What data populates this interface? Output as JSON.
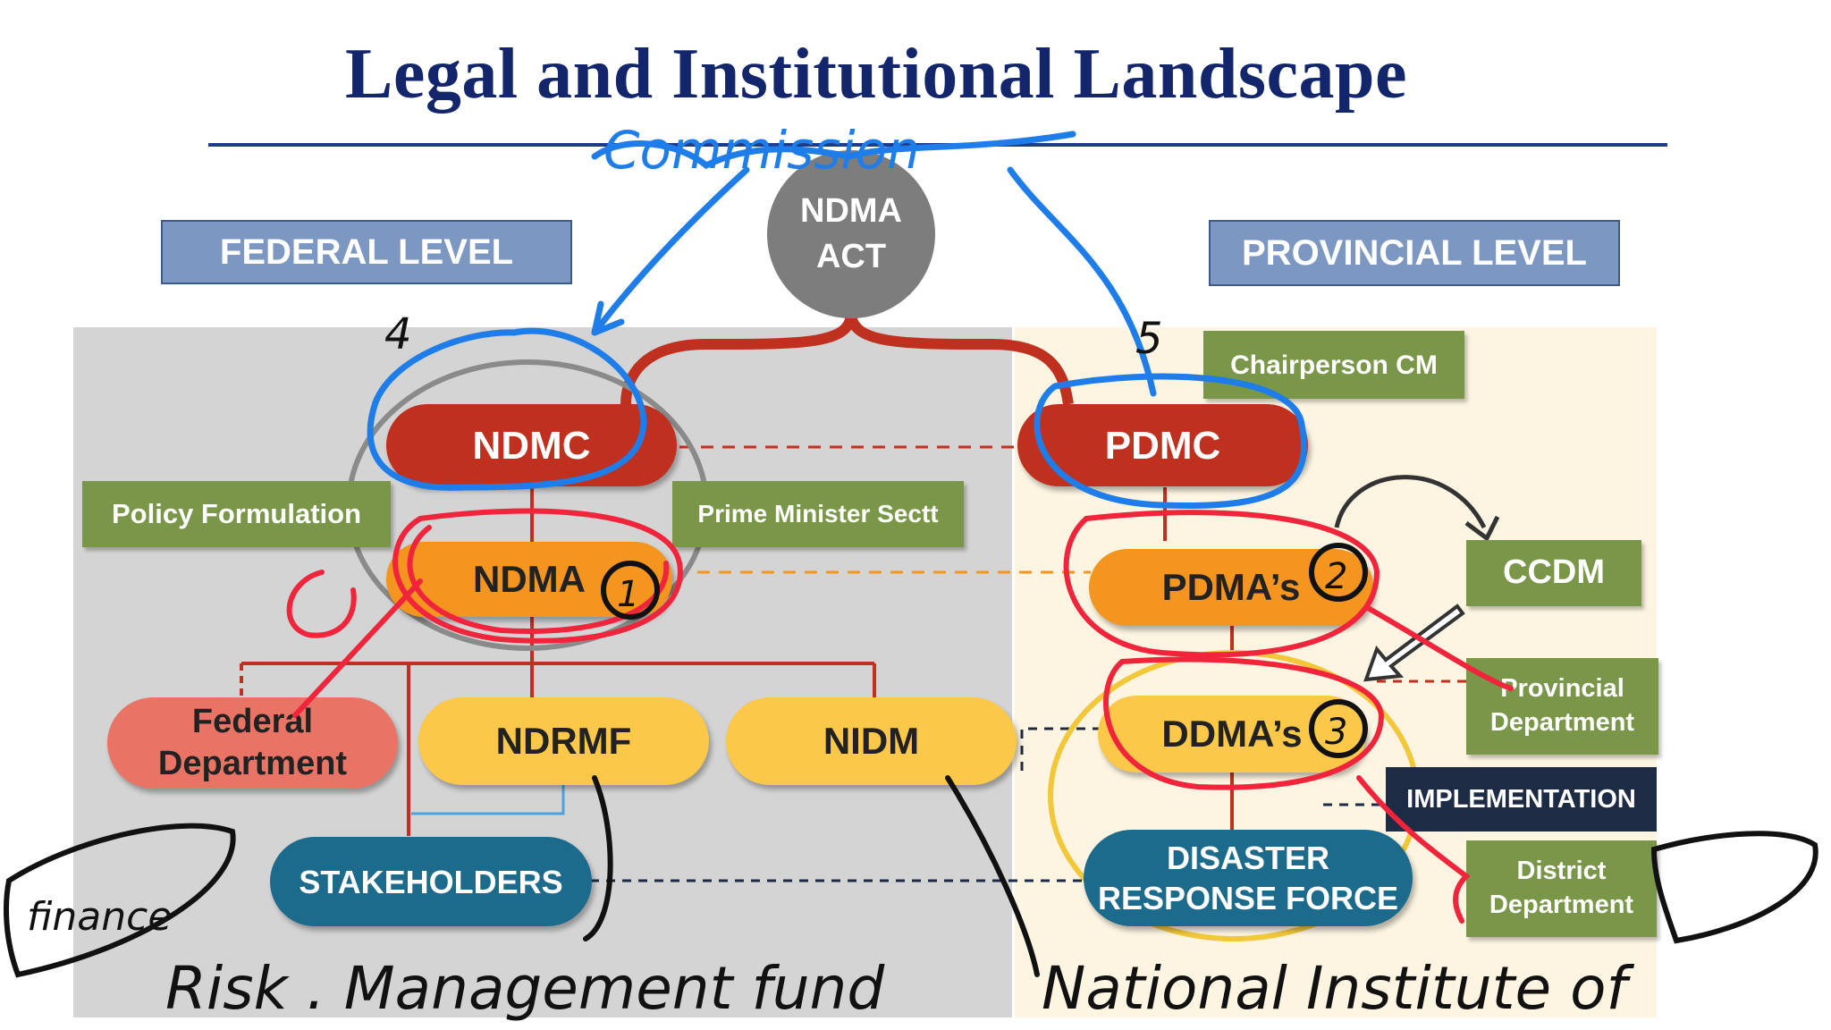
{
  "title": "Legal and Institutional Landscape",
  "levels": {
    "federal": "FEDERAL LEVEL",
    "provincial": "PROVINCIAL LEVEL"
  },
  "nodes": {
    "ndma_act_line1": "NDMA",
    "ndma_act_line2": "ACT",
    "ndmc": "NDMC",
    "pdmc": "PDMC",
    "ndma": "NDMA",
    "pdmas": "PDMA’s",
    "ddmas": "DDMA’s",
    "federal_department_line1": "Federal",
    "federal_department_line2": "Department",
    "ndrmf": "NDRMF",
    "nidm": "NIDM",
    "stakeholders": "STAKEHOLDERS",
    "drf_line1": "DISASTER",
    "drf_line2": "RESPONSE FORCE"
  },
  "labels": {
    "policy_formulation": "Policy Formulation",
    "prime_minister_sectt": "Prime Minister Sectt",
    "chairperson_cm": "Chairperson CM",
    "ccdm": "CCDM",
    "provincial_department_line1": "Provincial",
    "provincial_department_line2": "Department",
    "implementation": "IMPLEMENTATION",
    "district_department_line1": "District",
    "district_department_line2": "Department"
  },
  "colors": {
    "title": "#13256b",
    "red_node": "#c0301f",
    "orange_node": "#f3951f",
    "yellow_node": "#fcc84a",
    "teal_node": "#1d6b8c",
    "green_label": "#7a9648",
    "blue_ink": "#1e7de8",
    "red_ink": "#f0243a"
  },
  "annotations": {
    "number_1": "1",
    "number_2": "2",
    "number_3": "3",
    "number_4": "4",
    "number_5": "5",
    "note_bottom_left": "Risk . Management fund",
    "note_bottom_right": "National Institute of",
    "note_finance": "finance",
    "note_top": "Commission"
  }
}
